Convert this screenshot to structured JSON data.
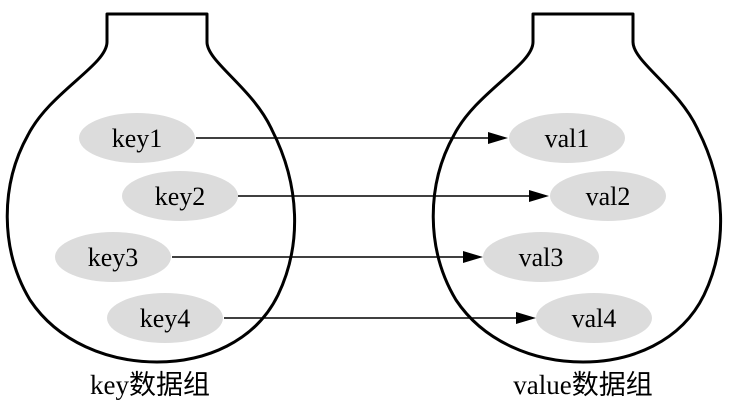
{
  "left_group": {
    "caption": "key数据组",
    "items": [
      "key1",
      "key2",
      "key3",
      "key4"
    ]
  },
  "right_group": {
    "caption": "value数据组",
    "items": [
      "val1",
      "val2",
      "val3",
      "val4"
    ]
  },
  "colors": {
    "pill_fill": "#dcdcdc",
    "outline": "#000000"
  }
}
